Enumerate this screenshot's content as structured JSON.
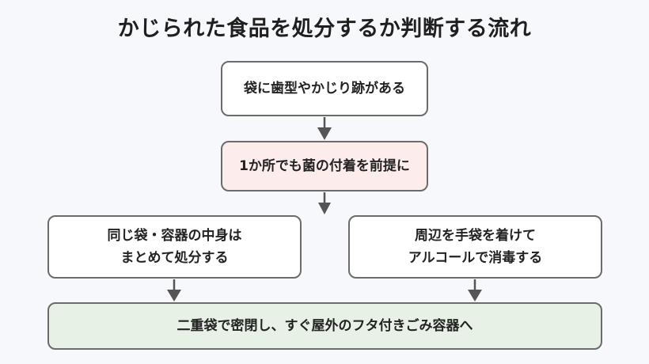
{
  "title": "かじられた食品を処分するか判断する流れ",
  "nodes": {
    "n1": "袋に歯型やかじり跡がある",
    "n2": "1か所でも菌の付着を前提に",
    "n3": "同じ袋・容器の中身は\nまとめて処分する",
    "n4": "周辺を手袋を着けて\nアルコールで消毒する",
    "n5": "二重袋で密閉し、すぐ屋外のフタ付きごみ容器へ"
  },
  "colors": {
    "node_border": "#6b6b6b",
    "highlight_fill": "#fdecec",
    "final_fill": "#e8f1e6",
    "arrow": "#555555"
  }
}
